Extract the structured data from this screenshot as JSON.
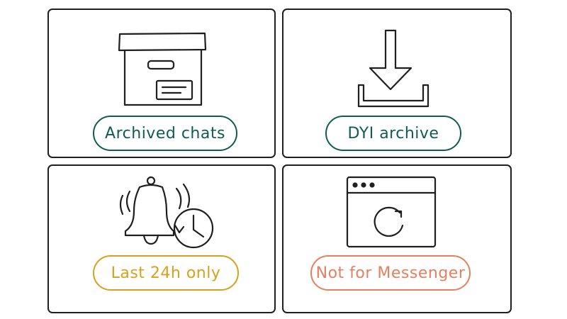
{
  "colors": {
    "outline": "#1f1f1f",
    "teal": "#0f5c55",
    "amber": "#d6a11c",
    "coral": "#e5805f"
  },
  "panels": [
    {
      "icon": "archive-box-icon",
      "label": "Archived chats",
      "accent": "#0f5c55"
    },
    {
      "icon": "download-icon",
      "label": "DYI archive",
      "accent": "#0f5c55"
    },
    {
      "icon": "bell-clock-icon",
      "label": "Last 24h only",
      "accent": "#d6a11c"
    },
    {
      "icon": "browser-refresh-icon",
      "label": "Not for Messenger",
      "accent": "#e5805f"
    }
  ]
}
